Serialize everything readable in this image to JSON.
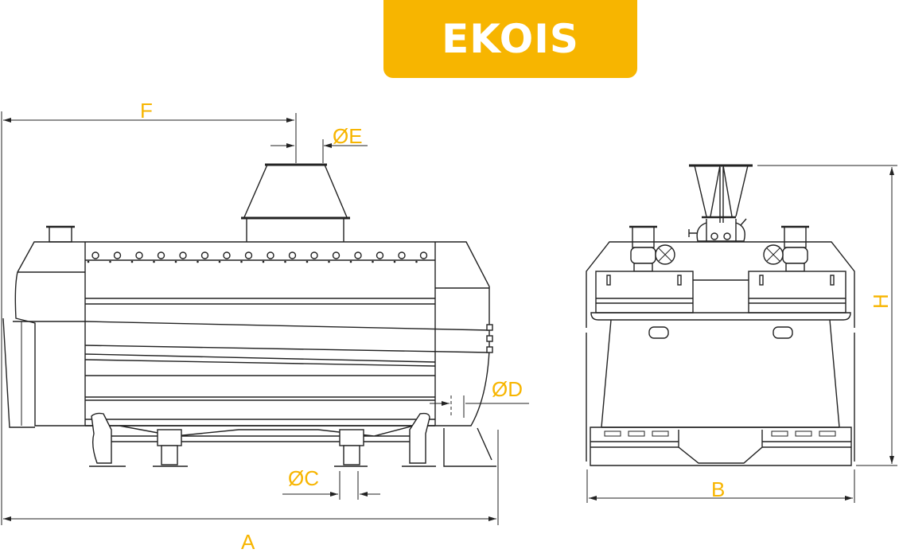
{
  "title": "EKOIS",
  "accent_color": "#f7b500",
  "dimensions": {
    "A": "A",
    "B": "B",
    "C": "ØC",
    "D": "ØD",
    "E": "ØE",
    "F": "F",
    "H": "H"
  }
}
